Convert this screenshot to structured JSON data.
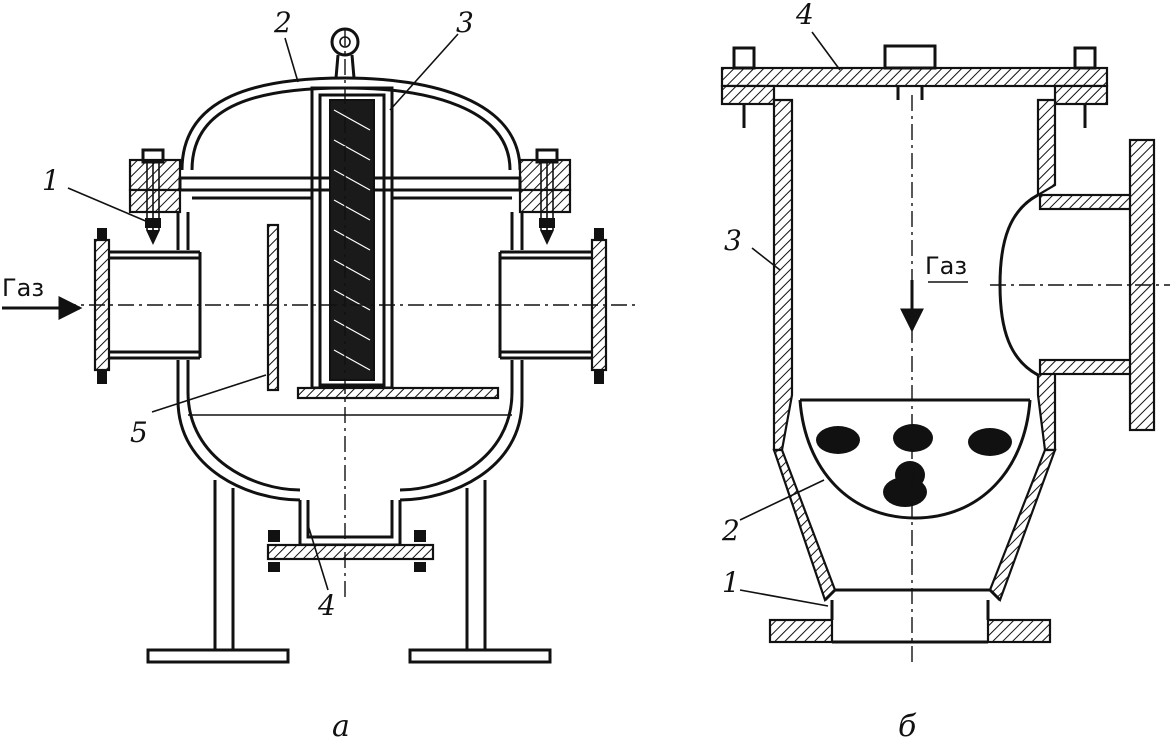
{
  "figure_a": {
    "caption": "а",
    "gas_label": "Газ",
    "callouts": [
      "1",
      "2",
      "3",
      "4",
      "5"
    ]
  },
  "figure_b": {
    "caption": "б",
    "gas_label": "Газ",
    "callouts": [
      "1",
      "2",
      "3",
      "4"
    ]
  }
}
